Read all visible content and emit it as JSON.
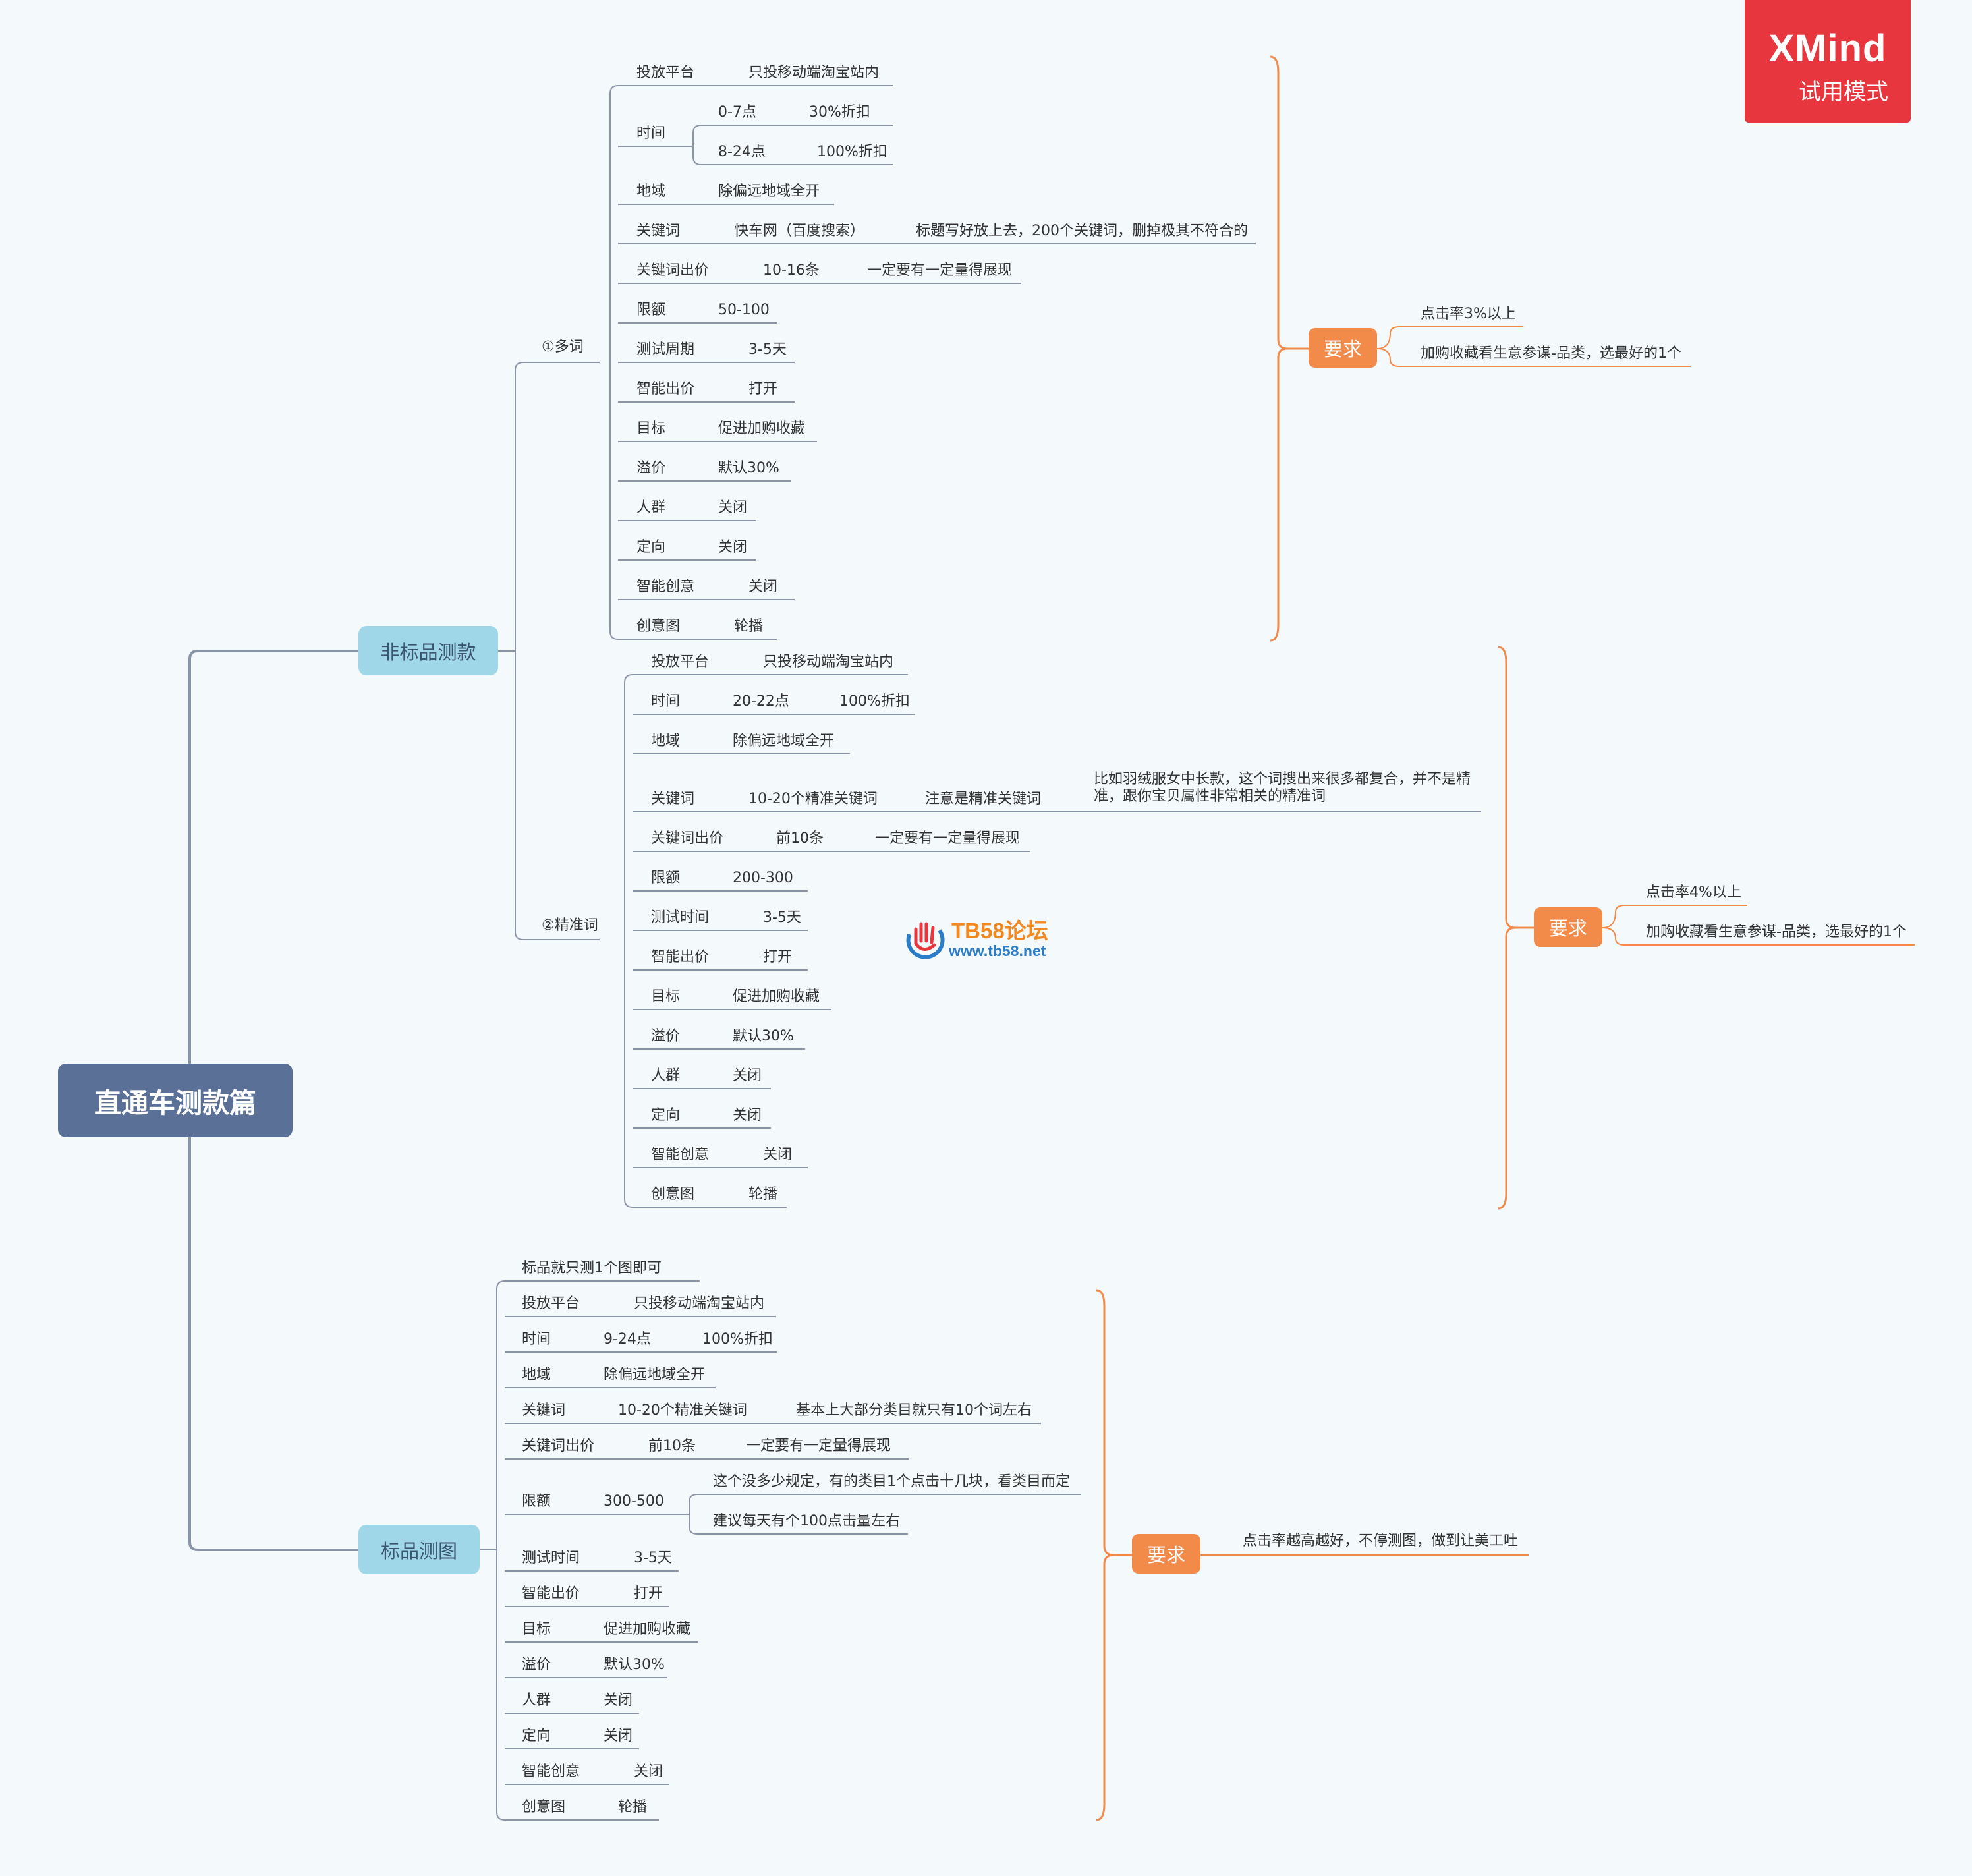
{
  "root": "直通车测款篇",
  "branches": {
    "nonstandard": "非标品测款",
    "standard": "标品测图"
  },
  "subbranches": {
    "multi": "①多词",
    "precise": "②精准词"
  },
  "requirement_label": "要求",
  "multi_rows": [
    [
      "投放平台",
      "只投移动端淘宝站内"
    ],
    [
      "时间"
    ],
    [
      "地域",
      "除偏远地域全开"
    ],
    [
      "关键词",
      "快车网（百度搜索）",
      "标题写好放上去，200个关键词，删掉极其不符合的"
    ],
    [
      "关键词出价",
      "10-16条",
      "一定要有一定量得展现"
    ],
    [
      "限额",
      "50-100"
    ],
    [
      "测试周期",
      "3-5天"
    ],
    [
      "智能出价",
      "打开"
    ],
    [
      "目标",
      "促进加购收藏"
    ],
    [
      "溢价",
      "默认30%"
    ],
    [
      "人群",
      "关闭"
    ],
    [
      "定向",
      "关闭"
    ],
    [
      "智能创意",
      "关闭"
    ],
    [
      "创意图",
      "轮播"
    ]
  ],
  "multi_time": [
    [
      "0-7点",
      "30%折扣"
    ],
    [
      "8-24点",
      "100%折扣"
    ]
  ],
  "multi_requirements": [
    "点击率3%以上",
    "加购收藏看生意参谋-品类，选最好的1个"
  ],
  "precise_rows": [
    [
      "投放平台",
      "只投移动端淘宝站内"
    ],
    [
      "时间",
      "20-22点",
      "100%折扣"
    ],
    [
      "地域",
      "除偏远地域全开"
    ],
    [
      "关键词",
      "10-20个精准关键词",
      "注意是精准关键词",
      "比如羽绒服女中长款，这个词搜出来很多都复合，并不是精准，跟你宝贝属性非常相关的精准词"
    ],
    [
      "关键词出价",
      "前10条",
      "一定要有一定量得展现"
    ],
    [
      "限额",
      "200-300"
    ],
    [
      "测试时间",
      "3-5天"
    ],
    [
      "智能出价",
      "打开"
    ],
    [
      "目标",
      "促进加购收藏"
    ],
    [
      "溢价",
      "默认30%"
    ],
    [
      "人群",
      "关闭"
    ],
    [
      "定向",
      "关闭"
    ],
    [
      "智能创意",
      "关闭"
    ],
    [
      "创意图",
      "轮播"
    ]
  ],
  "precise_requirements": [
    "点击率4%以上",
    "加购收藏看生意参谋-品类，选最好的1个"
  ],
  "standard_rows": [
    [
      "标品就只测1个图即可"
    ],
    [
      "投放平台",
      "只投移动端淘宝站内"
    ],
    [
      "时间",
      "9-24点",
      "100%折扣"
    ],
    [
      "地域",
      "除偏远地域全开"
    ],
    [
      "关键词",
      "10-20个精准关键词",
      "基本上大部分类目就只有10个词左右"
    ],
    [
      "关键词出价",
      "前10条",
      "一定要有一定量得展现"
    ],
    [
      "限额",
      "300-500"
    ],
    [
      "测试时间",
      "3-5天"
    ],
    [
      "智能出价",
      "打开"
    ],
    [
      "目标",
      "促进加购收藏"
    ],
    [
      "溢价",
      "默认30%"
    ],
    [
      "人群",
      "关闭"
    ],
    [
      "定向",
      "关闭"
    ],
    [
      "智能创意",
      "关闭"
    ],
    [
      "创意图",
      "轮播"
    ]
  ],
  "standard_budget_notes": [
    "这个没多少规定，有的类目1个点击十几块，看类目而定",
    "建议每天有个100点击量左右"
  ],
  "standard_requirements": [
    "点击率越高越好，不停测图，做到让美工吐"
  ],
  "badge": {
    "brand": "XMind",
    "mode": "试用模式"
  },
  "watermark": {
    "title": "TB58论坛",
    "url": "www.tb58.net"
  },
  "colors": {
    "root": "#5b7096",
    "branch": "#9fd6e8",
    "requirement": "#f28a4a",
    "line": "#8a95a8",
    "badge": "#e8363f"
  }
}
